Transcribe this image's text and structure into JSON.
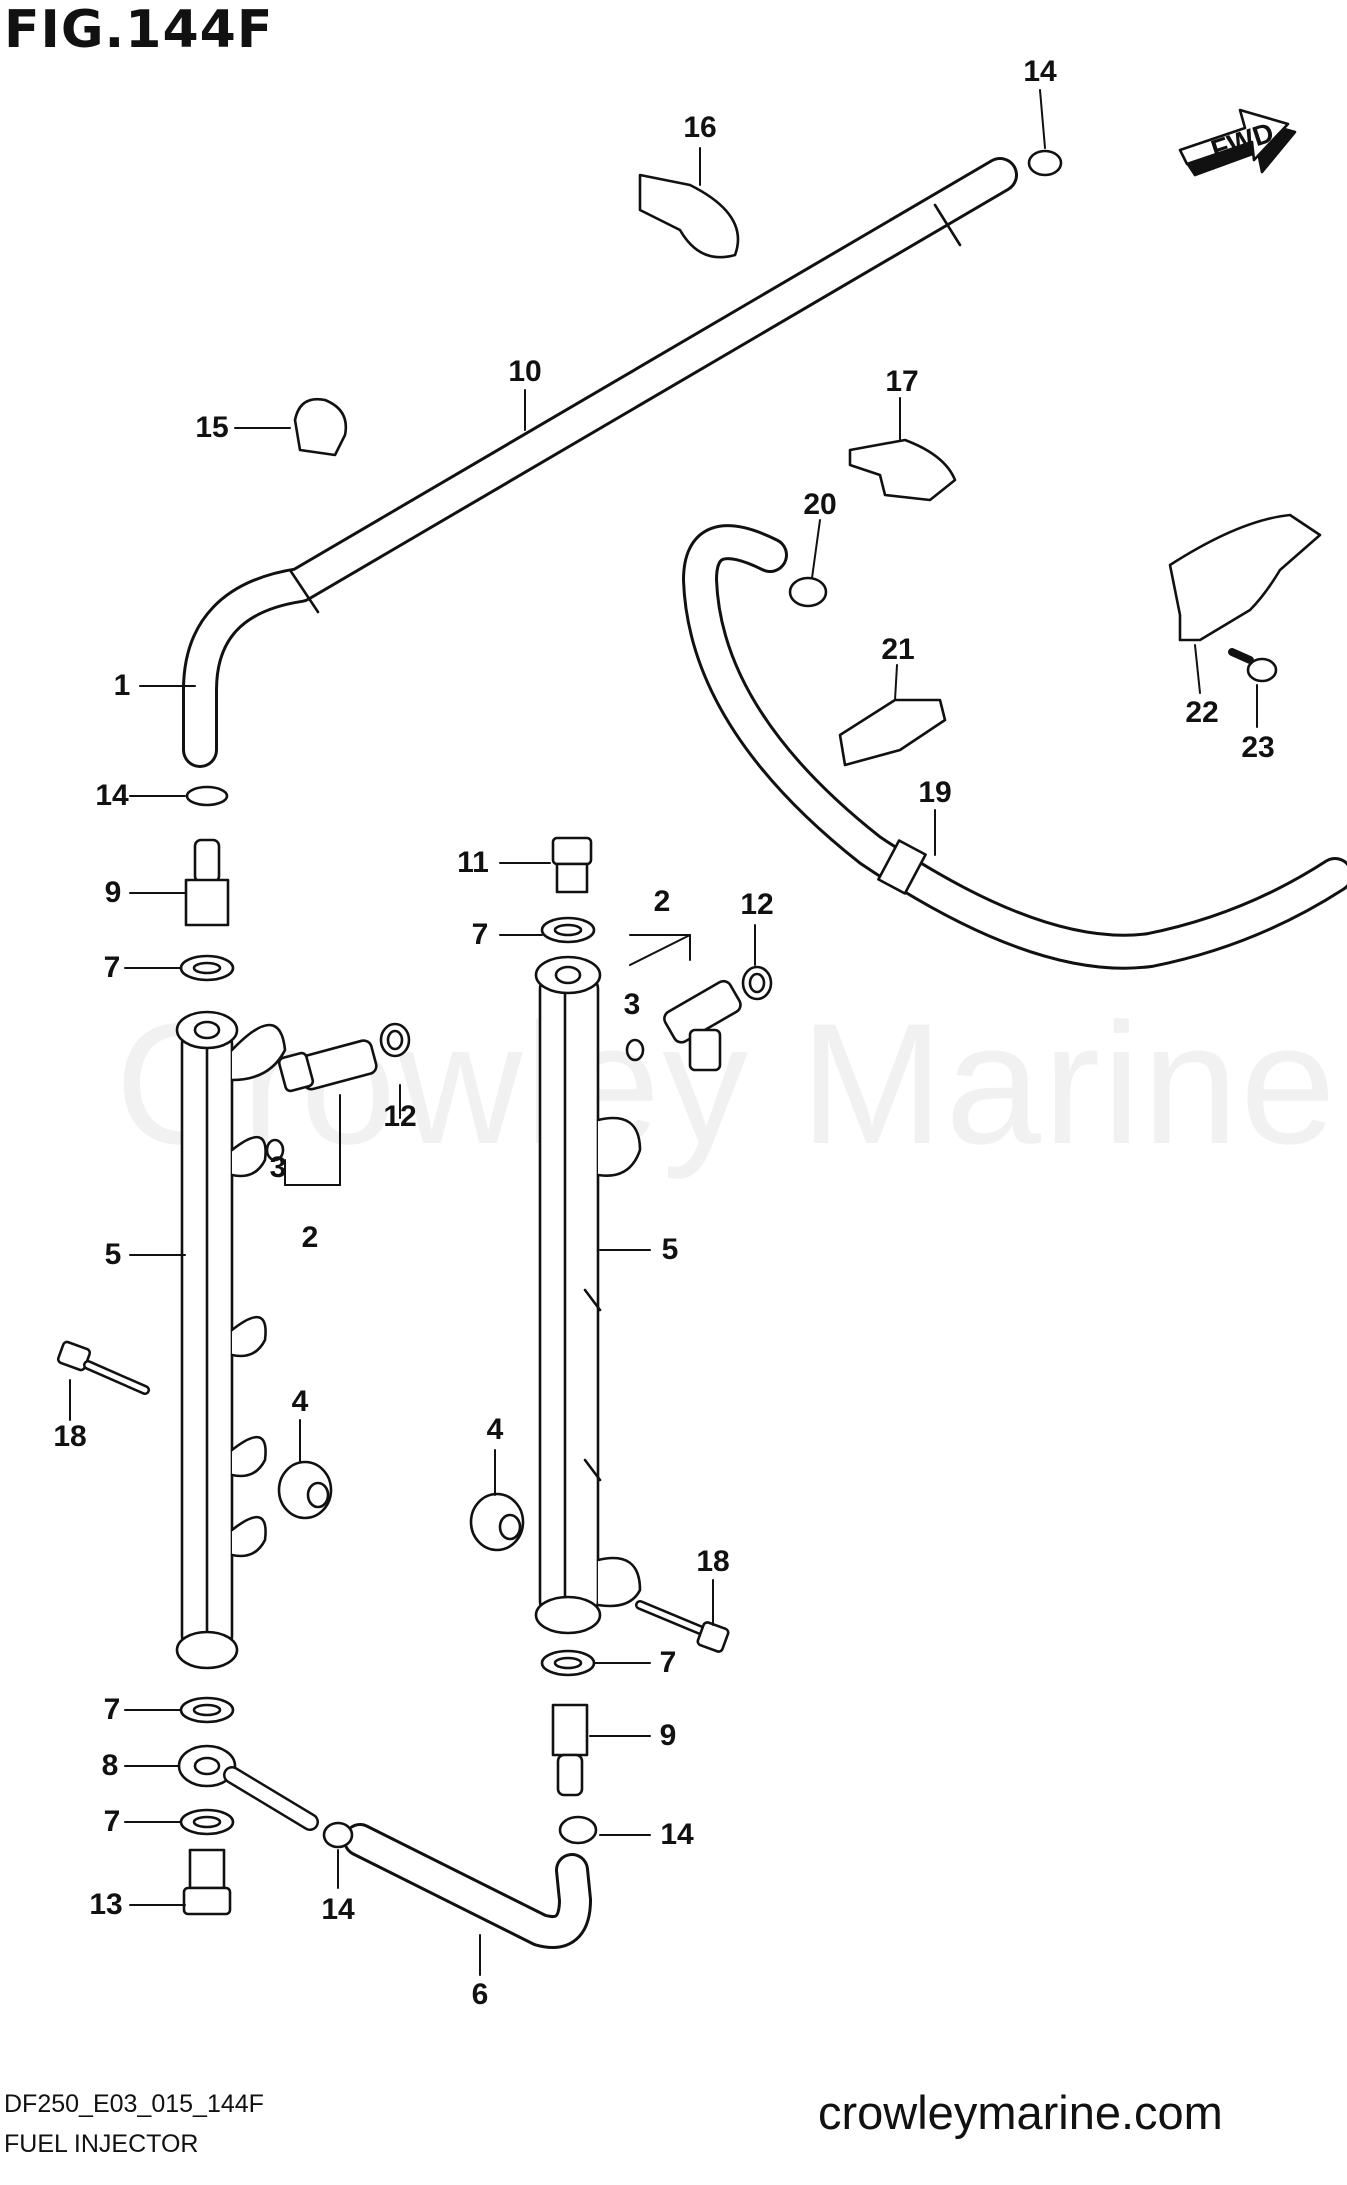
{
  "header": {
    "figure_title": "FIG.144F"
  },
  "footer": {
    "model_code": "DF250_E03_015_144F",
    "caption": "FUEL INJECTOR",
    "website": "crowleymarine.com"
  },
  "watermark": "Crowley Marine",
  "direction_tag": "FWD",
  "callouts": {
    "c1": "1",
    "c2a": "2",
    "c2b": "2",
    "c3a": "3",
    "c3b": "3",
    "c4a": "4",
    "c4b": "4",
    "c5a": "5",
    "c5b": "5",
    "c6": "6",
    "c7a": "7",
    "c7b": "7",
    "c7c": "7",
    "c7d": "7",
    "c7e": "7",
    "c8": "8",
    "c9a": "9",
    "c9b": "9",
    "c10": "10",
    "c11": "11",
    "c12a": "12",
    "c12b": "12",
    "c13": "13",
    "c14a": "14",
    "c14b": "14",
    "c14c": "14",
    "c14d": "14",
    "c15": "15",
    "c16": "16",
    "c17": "17",
    "c18a": "18",
    "c18b": "18",
    "c19": "19",
    "c20": "20",
    "c21": "21",
    "c22": "22",
    "c23": "23"
  },
  "colors": {
    "ink": "#111111",
    "paper": "#ffffff",
    "watermark": "#e9e9e9"
  }
}
